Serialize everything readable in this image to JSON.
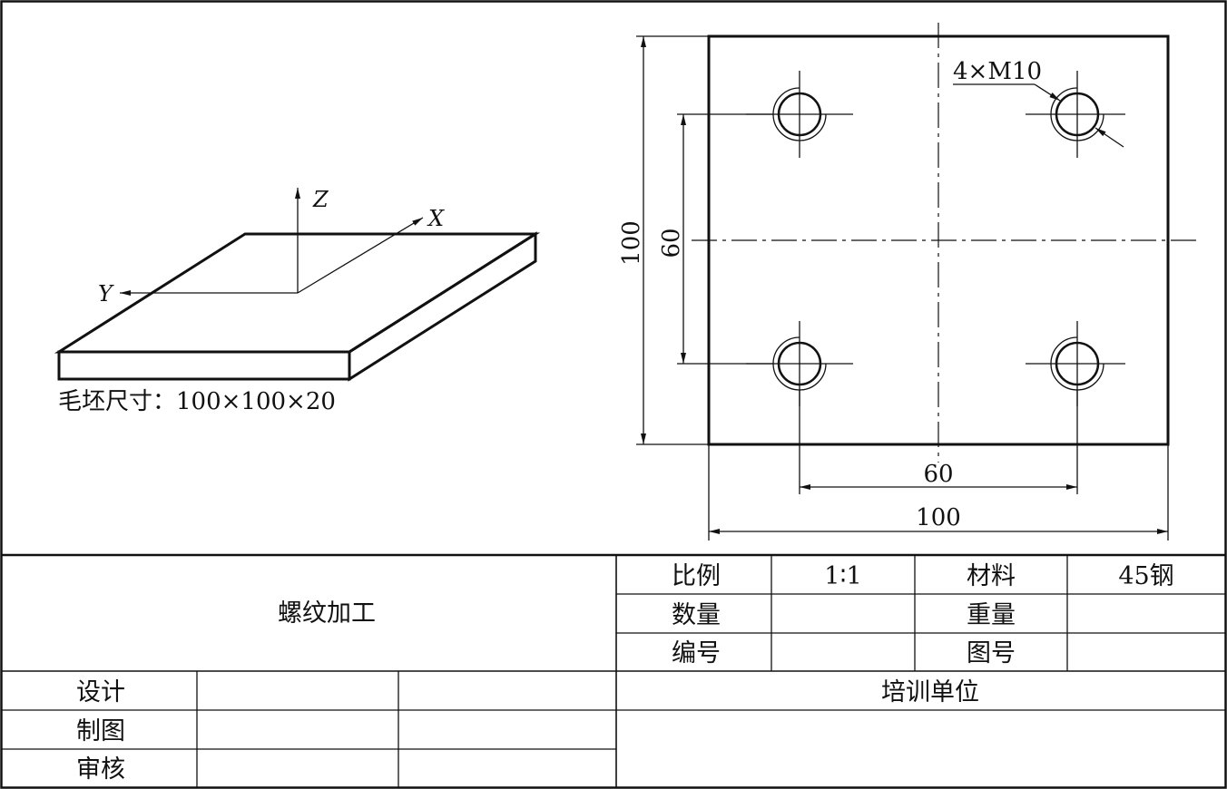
{
  "isometric": {
    "axis_z": "Z",
    "axis_x": "X",
    "axis_y": "Y",
    "blank_size_label": "毛坯尺寸：100×100×20"
  },
  "plan_view": {
    "thread_callout": "4×M10",
    "dim_overall_h": "100",
    "dim_hole_h": "60",
    "dim_hole_w": "60",
    "dim_overall_w": "100"
  },
  "title_block": {
    "part_name": "螺纹加工",
    "scale_label": "比例",
    "scale_value": "1∶1",
    "material_label": "材料",
    "material_value": "45钢",
    "qty_label": "数量",
    "qty_value": "",
    "weight_label": "重量",
    "weight_value": "",
    "code_label": "编号",
    "code_value": "",
    "drawing_no_label": "图号",
    "drawing_no_value": "",
    "design_label": "设计",
    "drafting_label": "制图",
    "review_label": "审核",
    "org_label": "培训单位"
  }
}
